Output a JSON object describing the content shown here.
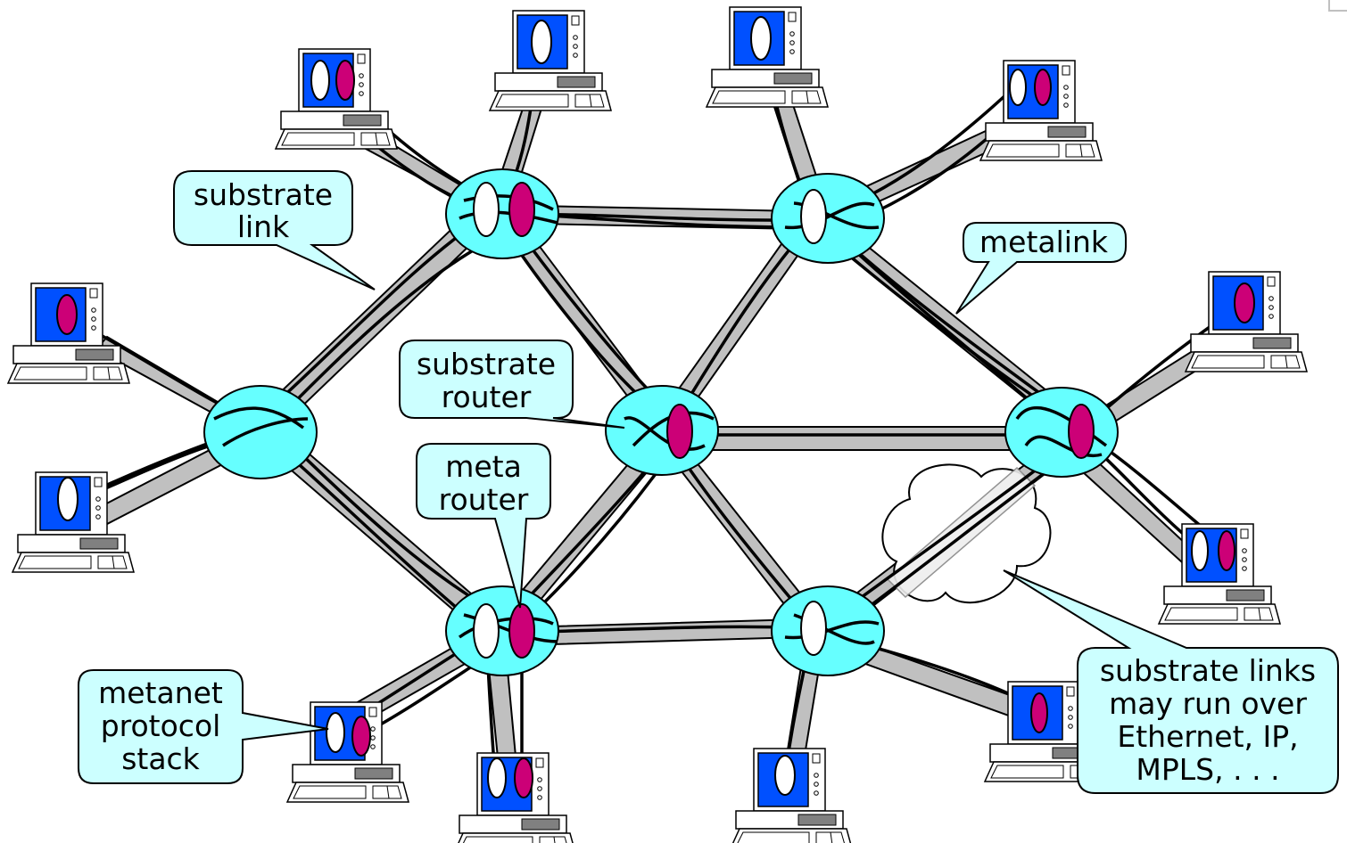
{
  "callouts": {
    "substrate_link": [
      "substrate",
      "link"
    ],
    "metalink": [
      "metalink"
    ],
    "substrate_router": [
      "substrate",
      "router"
    ],
    "meta_router": [
      "meta",
      "router"
    ],
    "metanet_protocol_stack": [
      "metanet",
      "protocol",
      "stack"
    ],
    "substrate_links_may_run": [
      "substrate links",
      "may run over",
      "Ethernet, IP,",
      "MPLS, . . ."
    ]
  },
  "colors": {
    "router_fill": "#66ffff",
    "link_fill": "#c0c0c0",
    "screen_blue": "#0050ff",
    "meta_magenta": "#cc0077",
    "callout_fill": "#ccffff"
  },
  "icons": {
    "host": "desktop-computer-icon",
    "cloud": "network-cloud-icon"
  }
}
